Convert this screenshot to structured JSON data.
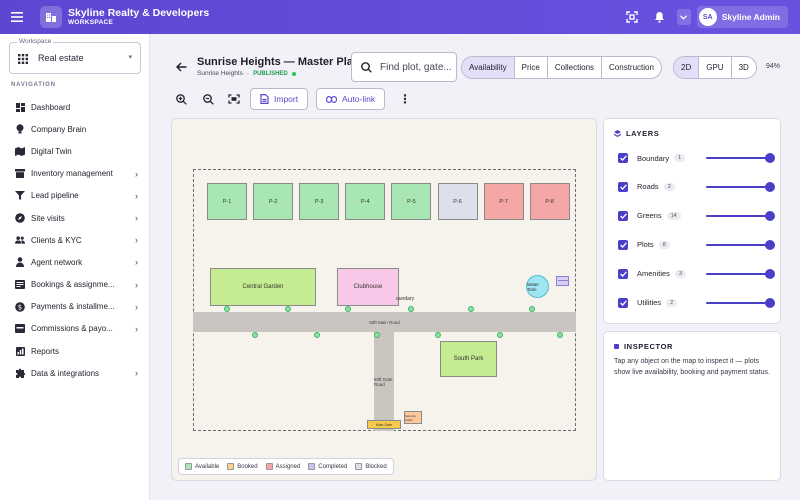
{
  "app": {
    "brand_name": "Skyline Realty & Developers",
    "brand_sub": "WORKSPACE",
    "user_initials": "SA",
    "user_name": "Skyline Admin",
    "accent": "#5b47d1"
  },
  "sidebar": {
    "workspace_label": "Workspace",
    "workspace_value": "Real estate",
    "nav_heading": "NAVIGATION",
    "items": [
      {
        "label": "Dashboard",
        "icon": "dashboard-icon",
        "chevron": ""
      },
      {
        "label": "Company Brain",
        "icon": "bulb-icon",
        "chevron": ""
      },
      {
        "label": "Digital Twin",
        "icon": "map-icon",
        "chevron": ""
      },
      {
        "label": "Inventory management",
        "icon": "inventory-icon",
        "chevron": "›"
      },
      {
        "label": "Lead pipeline",
        "icon": "funnel-icon",
        "chevron": "›"
      },
      {
        "label": "Site visits",
        "icon": "compass-icon",
        "chevron": "›"
      },
      {
        "label": "Clients & KYC",
        "icon": "people-icon",
        "chevron": "›"
      },
      {
        "label": "Agent network",
        "icon": "network-icon",
        "chevron": "›"
      },
      {
        "label": "Bookings & assignme...",
        "icon": "bookings-icon",
        "chevron": "›"
      },
      {
        "label": "Payments & installme...",
        "icon": "payments-icon",
        "chevron": "›"
      },
      {
        "label": "Commissions & payo...",
        "icon": "commissions-icon",
        "chevron": "›"
      },
      {
        "label": "Reports",
        "icon": "reports-icon",
        "chevron": ""
      },
      {
        "label": "Data & integrations",
        "icon": "puzzle-icon",
        "chevron": "›"
      }
    ]
  },
  "header": {
    "title": "Sunrise Heights — Master Plan",
    "project": "Sunrise Heights",
    "separator": "·",
    "status": "PUBLISHED",
    "search_placeholder": "Find plot, gate...",
    "view_modes": [
      "Availability",
      "Price",
      "Collections",
      "Construction"
    ],
    "active_view_mode": "Availability",
    "render_modes": [
      "2D",
      "GPU",
      "3D"
    ],
    "active_render_mode": "2D",
    "zoom_level": "94%"
  },
  "toolbar": {
    "import_label": "Import",
    "autolink_label": "Auto-link"
  },
  "map": {
    "plots": [
      {
        "label": "P-1",
        "status": "available"
      },
      {
        "label": "P-2",
        "status": "available"
      },
      {
        "label": "P-3",
        "status": "available"
      },
      {
        "label": "P-4",
        "status": "available"
      },
      {
        "label": "P-5",
        "status": "available"
      },
      {
        "label": "P-6",
        "status": "blocked"
      },
      {
        "label": "P-7",
        "status": "assigned"
      },
      {
        "label": "P-8",
        "status": "assigned"
      }
    ],
    "central_garden": "Central Garden",
    "clubhouse": "Clubhouse",
    "boundary_text": "oundary",
    "water_tank": "Water Tank",
    "main_road": "60ft Main Road",
    "gate_road": "60ft Gate Road",
    "south_park": "South Park",
    "main_gate": "Main Gate",
    "security_cabin": "Security Cabin"
  },
  "legend": [
    {
      "label": "Available",
      "color": "#a8e6b4"
    },
    {
      "label": "Booked",
      "color": "#fbd38d"
    },
    {
      "label": "Assigned",
      "color": "#f5a7a7"
    },
    {
      "label": "Completed",
      "color": "#c9c2f5"
    },
    {
      "label": "Blocked",
      "color": "#dde0ea"
    }
  ],
  "layers": {
    "title": "LAYERS",
    "items": [
      {
        "name": "Boundary",
        "count": "1",
        "checked": true,
        "opacity": 1.0
      },
      {
        "name": "Roads",
        "count": "2",
        "checked": true,
        "opacity": 1.0
      },
      {
        "name": "Greens",
        "count": "14",
        "checked": true,
        "opacity": 1.0
      },
      {
        "name": "Plots",
        "count": "8",
        "checked": true,
        "opacity": 1.0
      },
      {
        "name": "Amenities",
        "count": "3",
        "checked": true,
        "opacity": 1.0
      },
      {
        "name": "Utilities",
        "count": "2",
        "checked": true,
        "opacity": 1.0
      }
    ]
  },
  "inspector": {
    "title": "INSPECTOR",
    "text": "Tap any object on the map to inspect it — plots show live availability, booking and payment status."
  }
}
